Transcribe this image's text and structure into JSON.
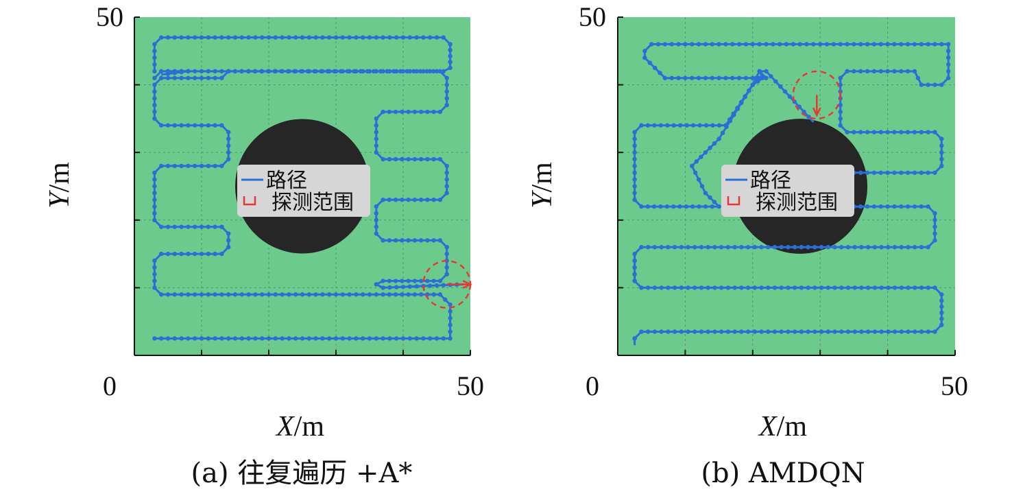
{
  "colors": {
    "field": "#6ccb8c",
    "obstacle": "#262626",
    "path": "#2b6fd6",
    "range": "#e53935",
    "grid": "#4a7a5a",
    "legend_bg": "#d6d6d6"
  },
  "legend": {
    "path_label": "路径",
    "range_label": "探测范围"
  },
  "chart_data": [
    {
      "type": "scatter",
      "caption": "(a) 往复遍历 +A*",
      "xlabel_var": "X",
      "xlabel_unit": "/m",
      "ylabel_var": "Y",
      "ylabel_unit": "/m",
      "xlim": [
        0,
        50
      ],
      "ylim": [
        0,
        50
      ],
      "x_ticks": [
        "0",
        "50"
      ],
      "y_ticks": [
        "50"
      ],
      "grid": true,
      "obstacle": {
        "cx": 25,
        "cy": 25,
        "r": 10
      },
      "range_circle": {
        "cx": 46.5,
        "cy": 10.5,
        "r": 3.5
      },
      "range_arrow_end": [
        50,
        10.5
      ],
      "path": [
        [
          3,
          2.5
        ],
        [
          47,
          2.5
        ],
        [
          47,
          7.5
        ],
        [
          45.5,
          9
        ],
        [
          37,
          9
        ],
        [
          4,
          9
        ],
        [
          3,
          10
        ],
        [
          3,
          14
        ],
        [
          4,
          15
        ],
        [
          13,
          15
        ],
        [
          14,
          16
        ],
        [
          14,
          18
        ],
        [
          13,
          19
        ],
        [
          4,
          19
        ],
        [
          3,
          20
        ],
        [
          3,
          27
        ],
        [
          4,
          28
        ],
        [
          13,
          28
        ],
        [
          14,
          29
        ],
        [
          14,
          33
        ],
        [
          13,
          34
        ],
        [
          4,
          34
        ],
        [
          3,
          35
        ],
        [
          3,
          40
        ],
        [
          4,
          41
        ],
        [
          13,
          41
        ],
        [
          14,
          42
        ],
        [
          45.5,
          42
        ],
        [
          46.5,
          41
        ],
        [
          46.5,
          37
        ],
        [
          45.5,
          36
        ],
        [
          37,
          36
        ],
        [
          36,
          35
        ],
        [
          36,
          30
        ],
        [
          37,
          29
        ],
        [
          45.5,
          29
        ],
        [
          46.5,
          28
        ],
        [
          46.5,
          24
        ],
        [
          45.5,
          23
        ],
        [
          37,
          23
        ],
        [
          36,
          22
        ],
        [
          36,
          18
        ],
        [
          37,
          17
        ],
        [
          45.5,
          17
        ],
        [
          46.5,
          16
        ],
        [
          46.5,
          12
        ],
        [
          45.5,
          11
        ],
        [
          37,
          11
        ],
        [
          36,
          10.5
        ],
        [
          37,
          10
        ],
        [
          49,
          10.5
        ]
      ],
      "path_extra": [
        [
          3,
          41
        ],
        [
          4,
          42
        ],
        [
          8,
          42
        ],
        [
          4,
          41.5
        ]
      ],
      "path_top": [
        [
          3,
          42
        ],
        [
          3,
          46
        ],
        [
          4,
          47
        ],
        [
          46,
          47
        ],
        [
          47,
          46
        ],
        [
          47,
          42.5
        ],
        [
          46,
          42
        ],
        [
          4,
          42
        ]
      ]
    },
    {
      "type": "scatter",
      "caption": "(b) AMDQN",
      "xlabel_var": "X",
      "xlabel_unit": "/m",
      "ylabel_var": "Y",
      "ylabel_unit": "/m",
      "xlim": [
        0,
        50
      ],
      "ylim": [
        0,
        50
      ],
      "x_ticks": [
        "0",
        "50"
      ],
      "y_ticks": [
        "50"
      ],
      "grid": true,
      "obstacle": {
        "cx": 27,
        "cy": 25,
        "r": 10
      },
      "range_circle": {
        "cx": 29.5,
        "cy": 38.5,
        "r": 3.5
      },
      "range_arrow_end": [
        29.5,
        35.5
      ],
      "path": [
        [
          2.5,
          2.5
        ],
        [
          3.5,
          3.5
        ],
        [
          47,
          3.5
        ],
        [
          48,
          4.5
        ],
        [
          48,
          9
        ],
        [
          47,
          10
        ],
        [
          3.5,
          10
        ],
        [
          2.5,
          11
        ],
        [
          2.5,
          15
        ],
        [
          3.5,
          16
        ],
        [
          46,
          16
        ],
        [
          47,
          17
        ],
        [
          47,
          21
        ],
        [
          46,
          22
        ],
        [
          34,
          22
        ],
        [
          33,
          23
        ],
        [
          33,
          26
        ],
        [
          34,
          27
        ],
        [
          47,
          27
        ],
        [
          48,
          28
        ],
        [
          48,
          32
        ],
        [
          47,
          33
        ],
        [
          34,
          33
        ],
        [
          33,
          34
        ],
        [
          33,
          41
        ],
        [
          34,
          42
        ],
        [
          44,
          42
        ],
        [
          45,
          40
        ],
        [
          48,
          40
        ],
        [
          49,
          41
        ],
        [
          49,
          46
        ],
        [
          48,
          46
        ],
        [
          5,
          46
        ],
        [
          4,
          45
        ],
        [
          4,
          44
        ],
        [
          7,
          41
        ],
        [
          22,
          41
        ],
        [
          21,
          42
        ],
        [
          21.5,
          41
        ],
        [
          20,
          40
        ],
        [
          15,
          32
        ],
        [
          11,
          28
        ],
        [
          13,
          24
        ],
        [
          15,
          22
        ],
        [
          13,
          22
        ],
        [
          3.5,
          22
        ],
        [
          2.5,
          23
        ],
        [
          2.5,
          33
        ],
        [
          3.5,
          34
        ],
        [
          16,
          34
        ],
        [
          20,
          40
        ],
        [
          21,
          42
        ],
        [
          22,
          42
        ],
        [
          29,
          34.5
        ]
      ],
      "path_b2": [
        [
          2.5,
          2.5
        ],
        [
          2.5,
          1.5
        ]
      ],
      "path_b3": [
        [
          2.5,
          11
        ],
        [
          2.5,
          15
        ]
      ]
    }
  ]
}
